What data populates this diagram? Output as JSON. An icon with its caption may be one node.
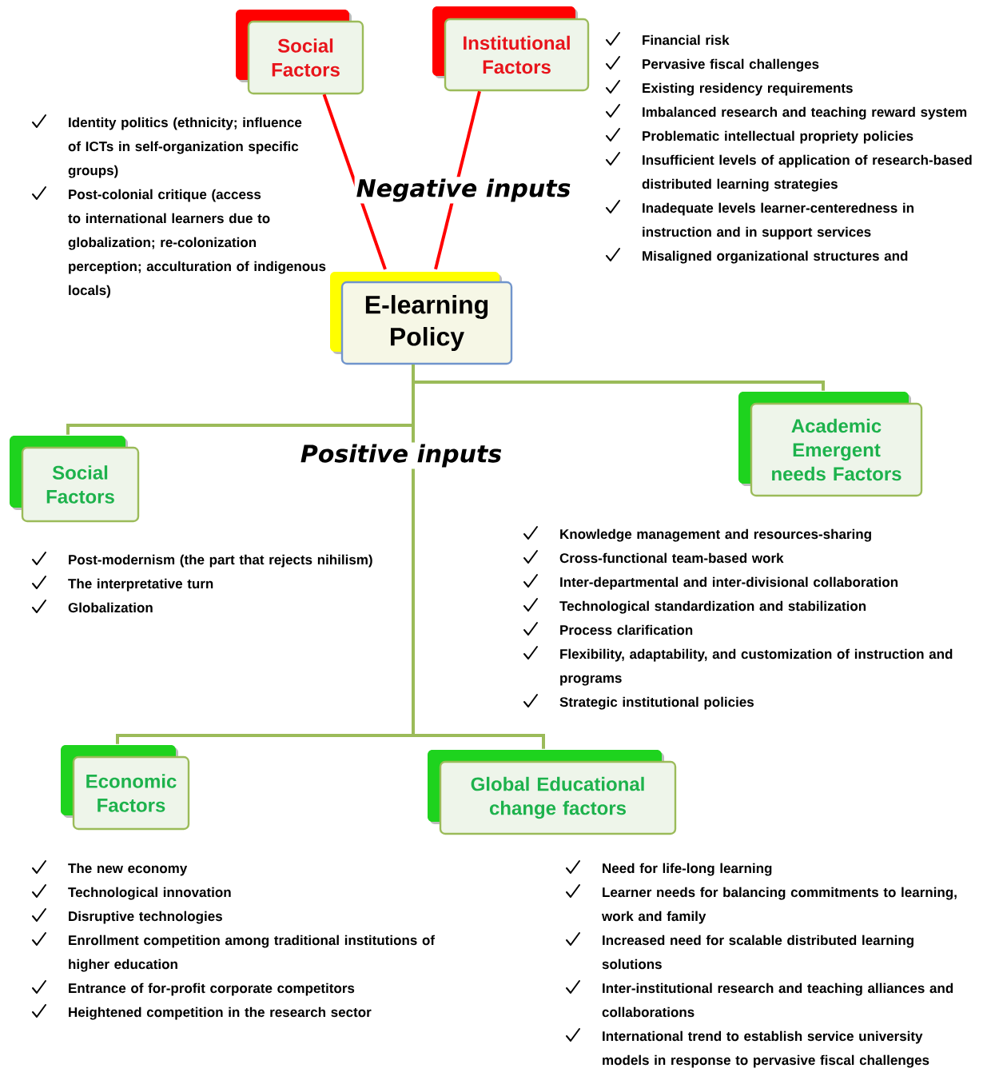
{
  "diagram": {
    "nodes": [
      {
        "text": [
          "E-learning Policy"
        ]
      },
      {
        "text": [
          "Social Factors"
        ],
        "beside": [
          "Identity politics (ethnicity; influence of ICTs in self-organization specific groups)",
          "Post-colonial critique (access to international learners due to globalization; re-colonization perception; acculturation of indigenous locals)"
        ]
      },
      {
        "text": [
          "Institutional Factors"
        ],
        "beside": [
          "Financial risk",
          "Pervasive fiscal challenges",
          "Existing residency requirements",
          "Imbalanced research and teaching reward system",
          "Problematic intellectual propriety policies",
          "Insufficient levels of application of research-based distributed learning strategies",
          "Inadequate levels learner-centeredness in instruction and in support services",
          "Misaligned organizational structures and"
        ]
      },
      {
        "text": [
          "Social Factors"
        ],
        "beside": [
          "Post-modernism (the part that rejects nihilism)",
          "The interpretative turn",
          "Globalization"
        ]
      },
      {
        "text": [
          "Academic Emergent needs Factors"
        ],
        "beside": [
          "Knowledge management and resources-sharing",
          "Cross-functional team-based work",
          "Inter-departmental and inter-divisional collaboration",
          "Technological standardization and stabilization",
          "Process clarification",
          "Flexibility, adaptability, and customization of instruction and programs",
          "Strategic institutional policies"
        ]
      },
      {
        "text": [
          "Economic Factors"
        ],
        "beside": [
          "The new economy",
          "Technological innovation",
          "Disruptive technologies",
          "Enrollment competition among traditional institutions of higher education",
          "Entrance of for-profit corporate competitors",
          "Heightened competition in the research sector"
        ]
      },
      {
        "text": [
          "Global Educational change factors"
        ],
        "beside": [
          "Need for life-long learning",
          "Learner needs for balancing commitments to learning, work and family",
          "Increased need for scalable distributed learning solutions",
          "Inter-institutional research and teaching alliances and collaborations",
          "International trend to establish service university models in response to pervasive fiscal challenges"
        ]
      }
    ],
    "edges": [
      {
        "from": 1,
        "to": 0,
        "arrow": "none",
        "color": "#ff0000"
      },
      {
        "from": 2,
        "to": 0,
        "arrow": "none",
        "color": "#ff0000"
      },
      {
        "from": 0,
        "to": 3,
        "arrow": "none"
      },
      {
        "from": 0,
        "to": 4,
        "arrow": "none"
      },
      {
        "from": 0,
        "to": 5,
        "arrow": "none"
      },
      {
        "from": 0,
        "to": 6,
        "arrow": "none"
      }
    ],
    "labels": [
      "Negative inputs",
      "Positive inputs"
    ]
  }
}
